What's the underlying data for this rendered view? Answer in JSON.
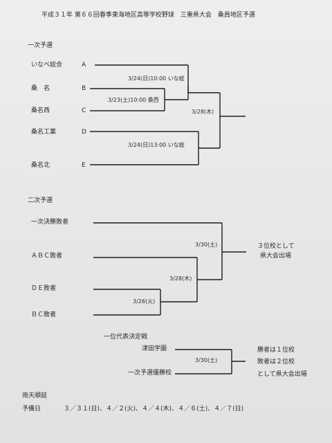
{
  "title": "平成３１年 第６６回春季東海地区高等学校野球　三重県大会　桑員地区予選",
  "first_round": {
    "heading": "一次予選",
    "teams": [
      {
        "name": "いなべ総合",
        "seed": "A"
      },
      {
        "name": "桑　名",
        "seed": "B"
      },
      {
        "name": "桑名西",
        "seed": "C"
      },
      {
        "name": "桑名工業",
        "seed": "D"
      },
      {
        "name": "桑名北",
        "seed": "E"
      }
    ],
    "matches": [
      "3/24(日)10:00 いな総",
      "3/23(土)10:00 桑西",
      "3/24(日)13:00 いな総",
      "3/28(木)"
    ]
  },
  "second_round": {
    "heading": "二次予選",
    "entries": [
      "一次決勝敗者",
      "ＡＢＣ敗者",
      "ＤＥ敗者",
      "ＢＣ敗者"
    ],
    "matches": [
      "3/30(土)",
      "3/28(木)",
      "3/26(火)"
    ],
    "result_line1": "３位校として",
    "result_line2": "県大会出場"
  },
  "final": {
    "heading": "一位代表決定戦",
    "teams": [
      "津田学園",
      "一次予選優勝校"
    ],
    "match": "3/30(土)",
    "result_line1": "勝者は１位校",
    "result_line2": "敗者は２位校",
    "result_line3": "として県大会出場"
  },
  "rain": {
    "heading": "雨天順延",
    "label": "予備日",
    "dates": "３／３１(日)、４／２(火)、４／４(木)、４／６(土)、４／７(日)"
  }
}
